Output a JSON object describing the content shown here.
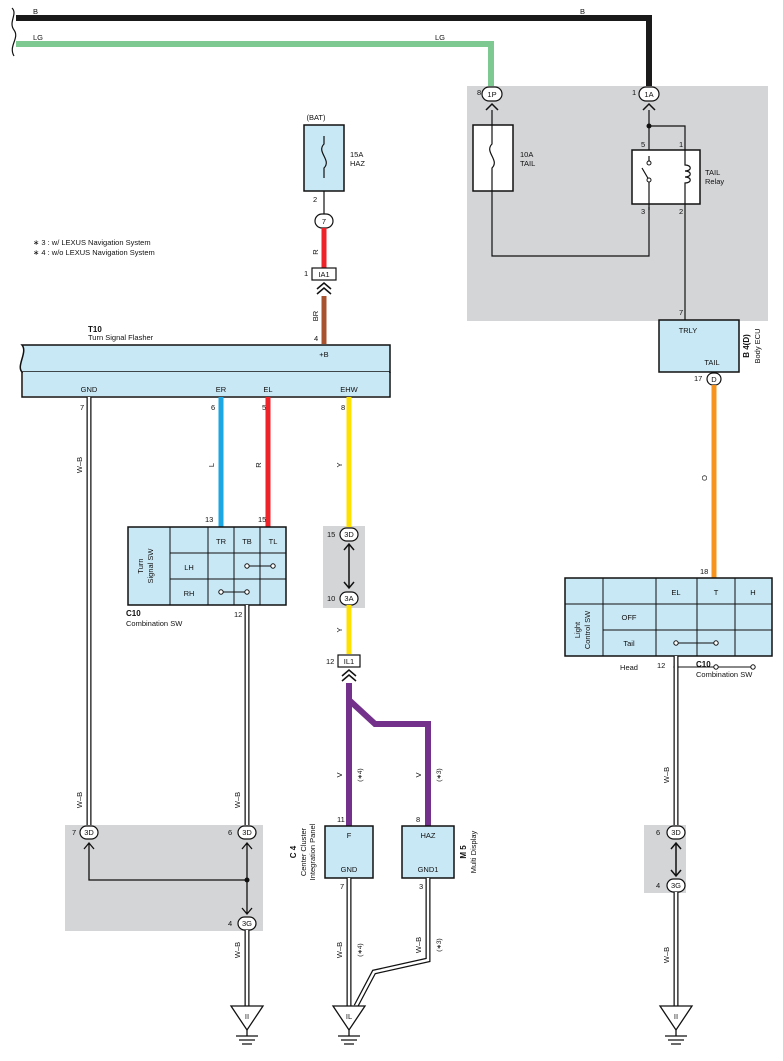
{
  "wire_colors": {
    "B": "#1a1a1a",
    "LG": "#7ec992",
    "R": "#ee2229",
    "BR": "#a8532f",
    "L": "#1aa7e4",
    "Y": "#ffe100",
    "V": "#74318c",
    "O": "#f7941d",
    "W-B": "#ffffff"
  },
  "panel_colors": {
    "component": "#c9e8f5",
    "shaded": "#d4d5d7"
  },
  "top_wires": {
    "b": "B",
    "lg": "LG"
  },
  "notes": [
    "∗ 3 : w/ LEXUS Navigation System",
    "∗ 4 : w/o LEXUS Navigation System"
  ],
  "haz_fuse": {
    "source": "(BAT)",
    "rating": "15A",
    "name": "HAZ"
  },
  "tail_fuse": {
    "rating": "10A",
    "name": "TAIL"
  },
  "tail_relay": {
    "line1": "TAIL",
    "line2": "Relay"
  },
  "relay_pins": {
    "p5": "5",
    "p1": "1",
    "p3": "3",
    "p2": "2",
    "p7": "7"
  },
  "connectors": {
    "1P": "1P",
    "1A": "1A",
    "c7": "7",
    "IA1": "IA1",
    "D": "D",
    "3D": "3D",
    "3A": "3A",
    "IL1": "IL1",
    "3G": "3G"
  },
  "pins": {
    "p8": "8",
    "p1": "1",
    "p2": "2",
    "p4": "4",
    "p7": "7",
    "p6": "6",
    "p5": "5",
    "p13": "13",
    "p15": "15",
    "p12": "12",
    "p10": "10",
    "p11": "11",
    "p3": "3",
    "p17": "17",
    "p18": "18"
  },
  "t10": {
    "code": "T10",
    "name": "Turn Signal Flasher",
    "plus_b": "+B",
    "terminals": {
      "gnd": "GND",
      "er": "ER",
      "el": "EL",
      "ehw": "EHW"
    }
  },
  "body_ecu": {
    "code": "B 4(D)",
    "name": "Body ECU",
    "trly": "TRLY",
    "tail": "TAIL"
  },
  "turn_sw": {
    "title_1": "Turn",
    "title_2": "Signal SW",
    "cols": [
      "TR",
      "TB",
      "TL"
    ],
    "rows": [
      "LH",
      "RH"
    ],
    "code": "C10",
    "name": "Combination SW"
  },
  "light_sw": {
    "title_1": "Light",
    "title_2": "Control SW",
    "cols": [
      "EL",
      "T",
      "H"
    ],
    "rows": [
      "OFF",
      "Tail",
      "Head"
    ],
    "code": "C10",
    "name": "Combination SW"
  },
  "c4": {
    "code": "C 4",
    "name_1": "Center Cluster",
    "name_2": "Integration Panel",
    "top": "F",
    "bottom": "GND"
  },
  "m5": {
    "code": "M 5",
    "name": "Multi Display",
    "top": "HAZ",
    "bottom": "GND1"
  },
  "notes_marks": {
    "n4": "(∗4)",
    "n3": "(∗3)"
  },
  "grounds": {
    "g1": "II",
    "g2": "IL",
    "g3": "II"
  }
}
